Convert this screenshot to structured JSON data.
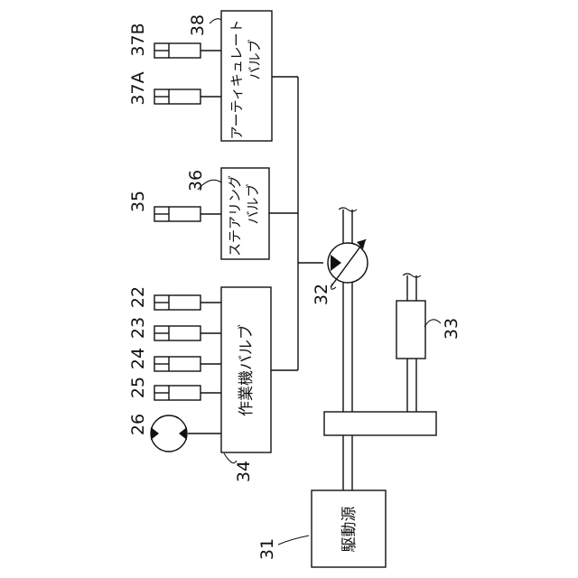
{
  "labels": {
    "actuator_valve": [
      "アーティキュレート",
      "バルブ"
    ],
    "steering_valve": [
      "ステアリング",
      "バルブ"
    ],
    "work_valve": "作業機バルブ",
    "drive_source": "駆動源"
  },
  "refs": {
    "r38": "38",
    "r37B": "37B",
    "r37A": "37A",
    "r36": "36",
    "r35": "35",
    "r22": "22",
    "r23": "23",
    "r24": "24",
    "r25": "25",
    "r26": "26",
    "r34": "34",
    "r32": "32",
    "r33": "33",
    "r31": "31"
  }
}
